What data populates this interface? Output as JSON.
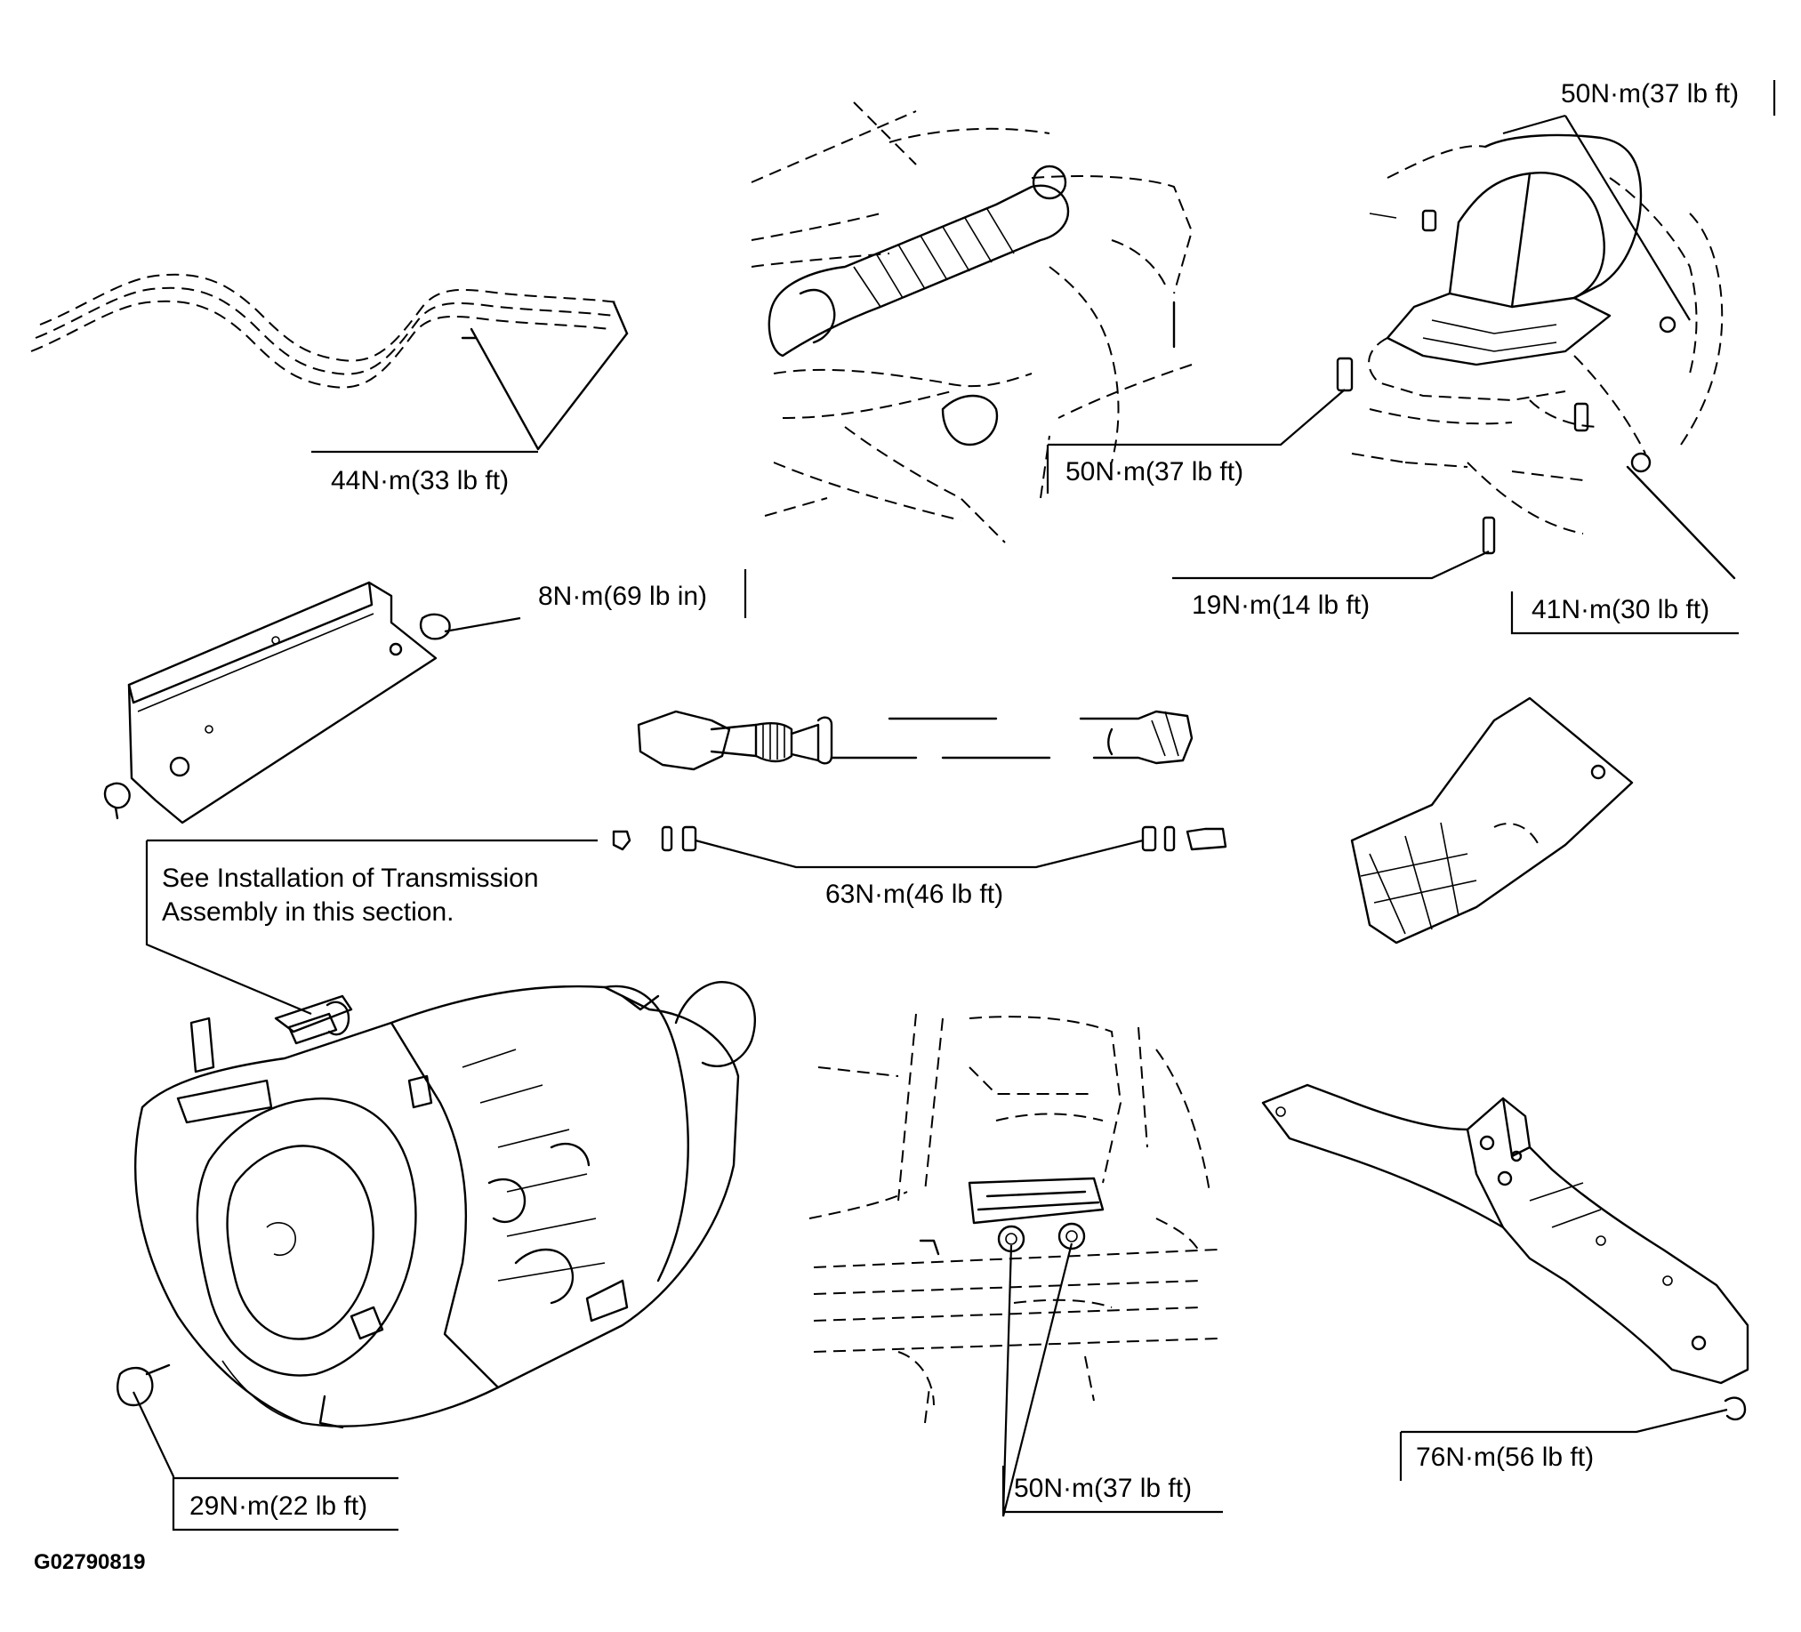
{
  "torque_labels": {
    "t1": "50N·m(37 lb ft)",
    "t2": "44N·m(33 lb ft)",
    "t3": "50N·m(37 lb ft)",
    "t4": "8N·m(69 lb in)",
    "t5": "19N·m(14 lb ft)",
    "t6": "41N·m(30 lb ft)",
    "t7": "63N·m(46 lb ft)",
    "t8": "29N·m(22 lb ft)",
    "t9": "50N·m(37 lb ft)",
    "t10": "76N·m(56 lb ft)"
  },
  "note": {
    "line1": "See Installation of Transmission",
    "line2": "Assembly in this section."
  },
  "figure_id": "G02790819"
}
